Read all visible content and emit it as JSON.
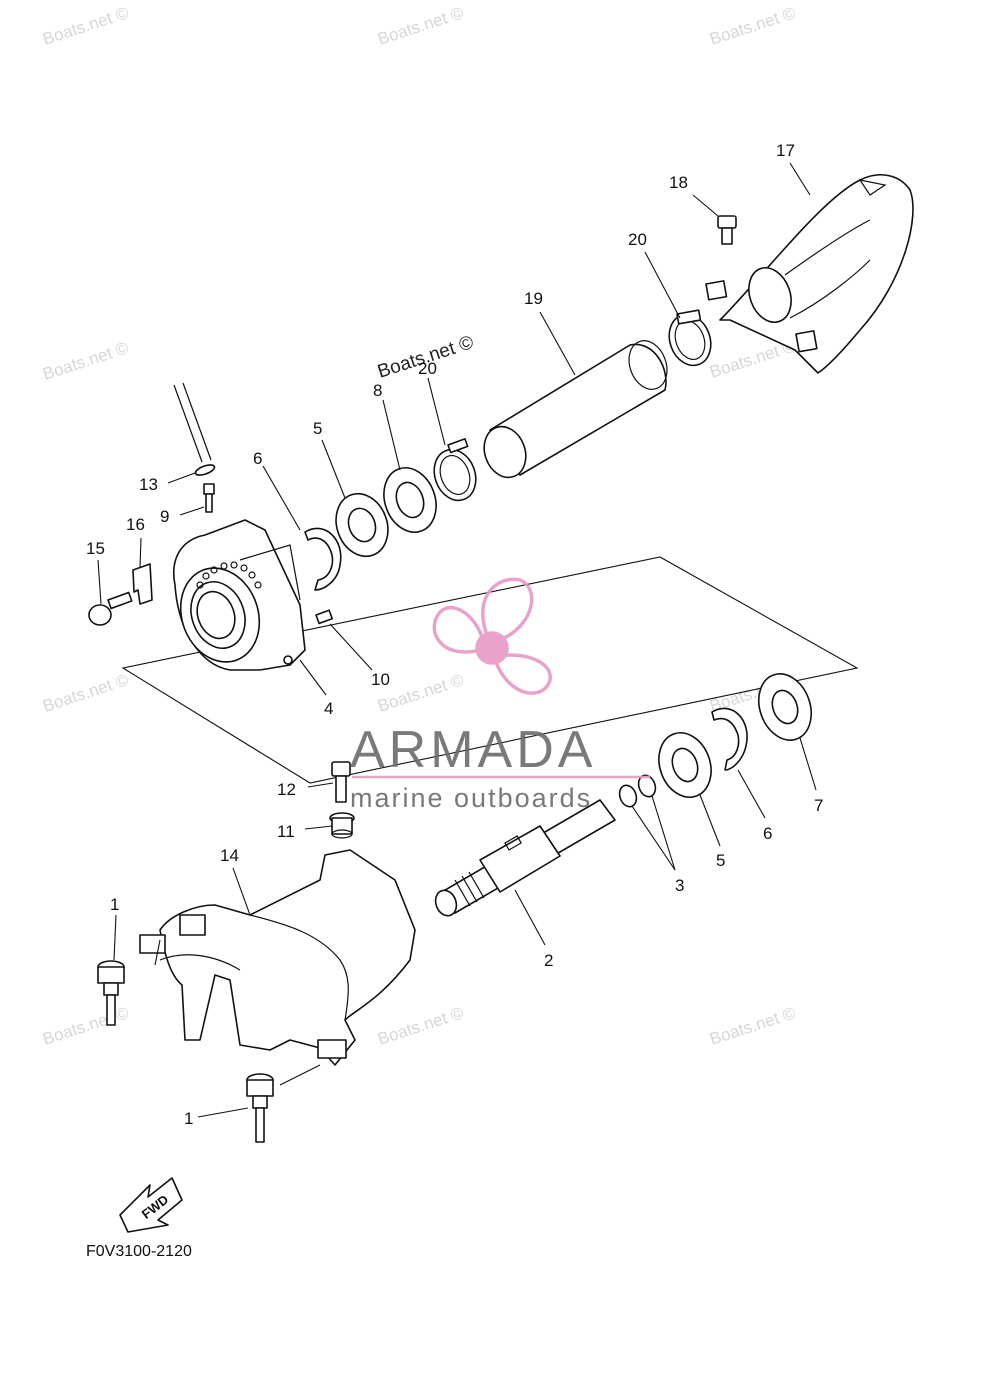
{
  "watermark_text": "Boats.net ©",
  "brand": {
    "name": "ARMADA",
    "tagline": "marine outboards",
    "accent_color": "#e79ac6",
    "text_color": "#6b6b6b"
  },
  "part_code": "F0V3100-2120",
  "fwd_label": "FWD",
  "callouts": {
    "p1a": "1",
    "p1b": "1",
    "p2": "2",
    "p3": "3",
    "p4": "4",
    "p5a": "5",
    "p5b": "5",
    "p6a": "6",
    "p6b": "6",
    "p7": "7",
    "p8": "8",
    "p9": "9",
    "p10": "10",
    "p11": "11",
    "p12": "12",
    "p13": "13",
    "p14": "14",
    "p15": "15",
    "p16": "16",
    "p17": "17",
    "p18": "18",
    "p19": "19",
    "p20a": "20",
    "p20b": "20"
  }
}
